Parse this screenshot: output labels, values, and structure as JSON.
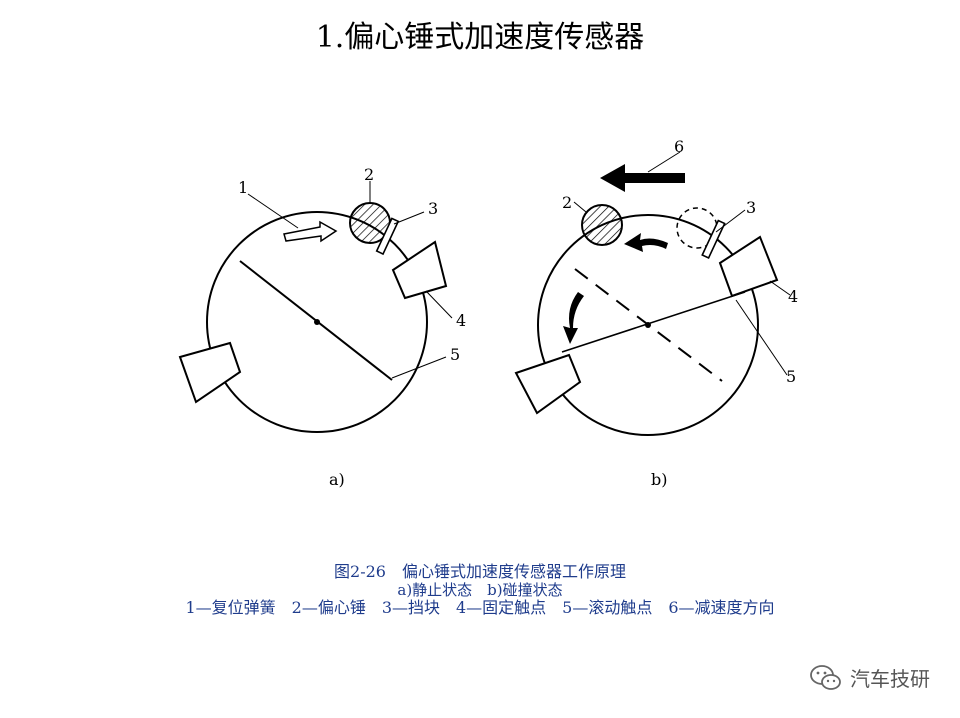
{
  "title": "1.偏心锤式加速度传感器",
  "diagram_a": {
    "sublabel": "a)",
    "labels": [
      "1",
      "2",
      "3",
      "4",
      "5"
    ]
  },
  "diagram_b": {
    "sublabel": "b)",
    "labels": [
      "6",
      "2",
      "3",
      "4",
      "5"
    ]
  },
  "caption": {
    "line1": "图2-26　偏心锤式加速度传感器工作原理",
    "line2": "a)静止状态　b)碰撞状态",
    "line3": "1—复位弹簧　2—偏心锤　3—挡块　4—固定触点　5—滚动触点　6—减速度方向"
  },
  "watermark": {
    "text": "汽车技研",
    "icon": "wechat-icon"
  }
}
